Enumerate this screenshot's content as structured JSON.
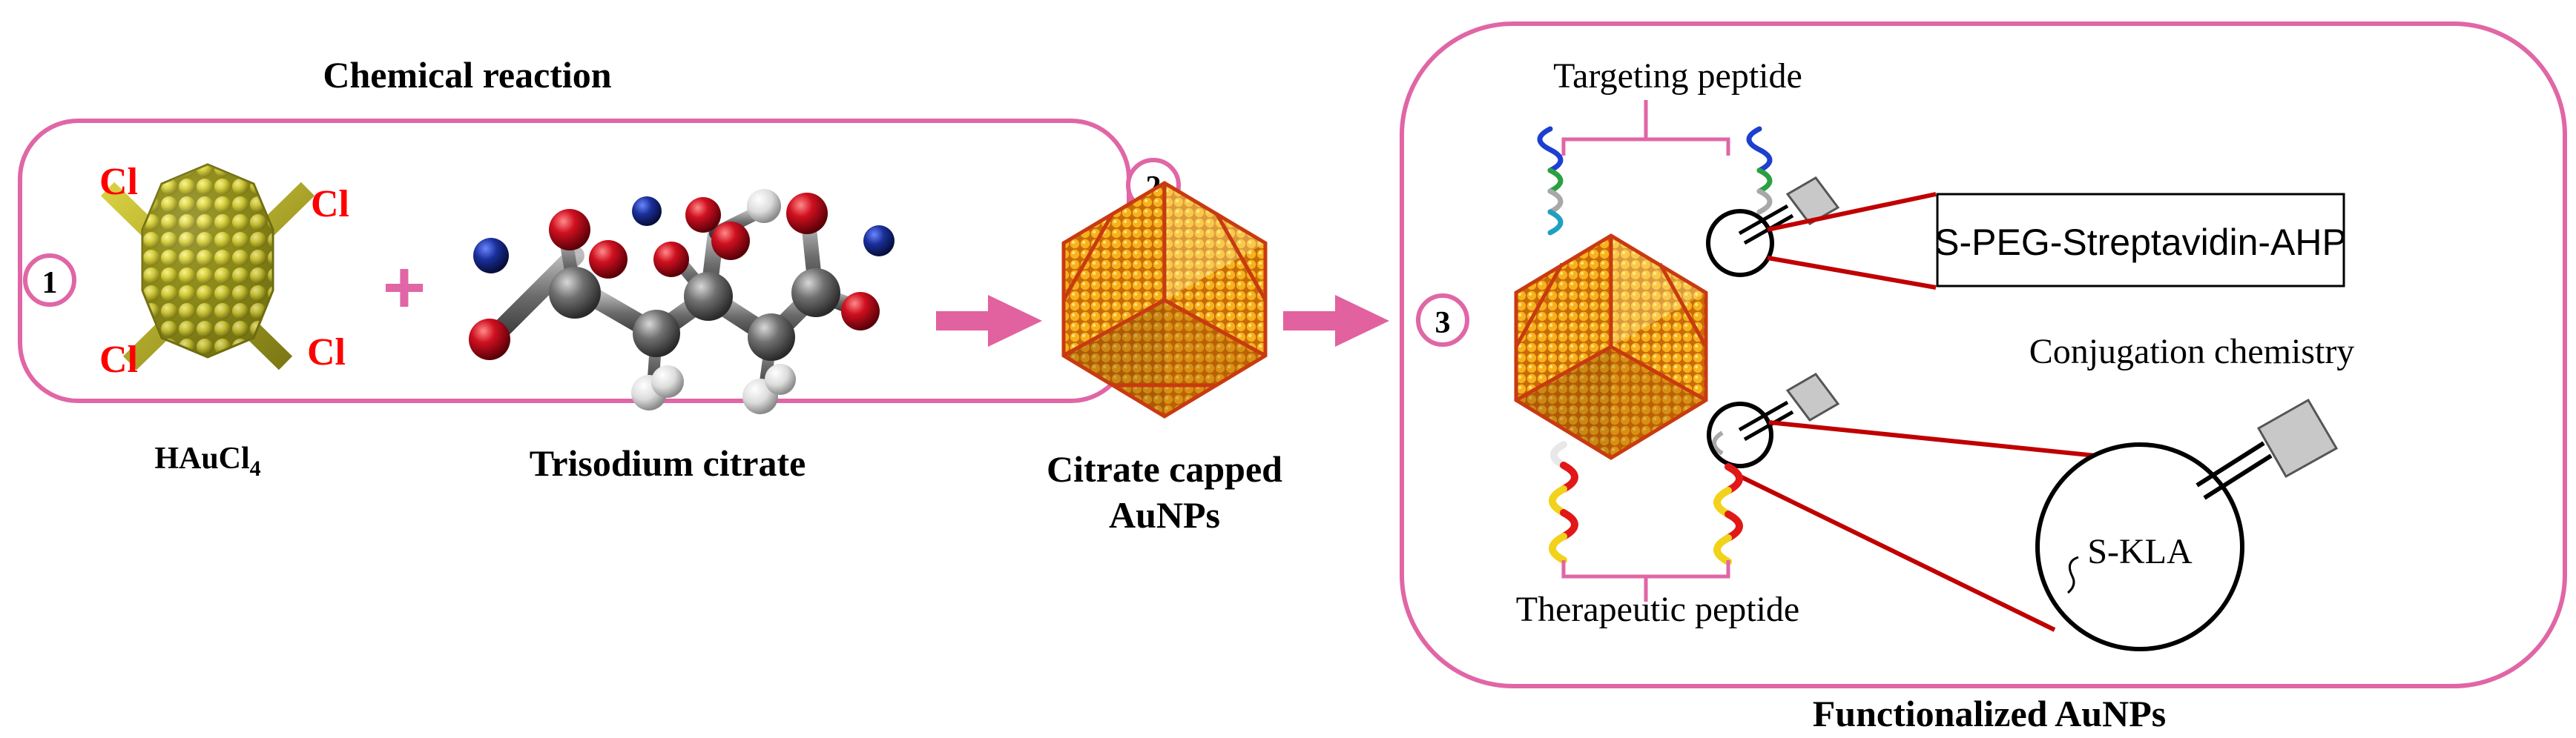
{
  "step1": {
    "title": "Chemical reaction",
    "number": "1",
    "chlorine": "Cl",
    "plus": "+",
    "reagent_a_main": "HAuCl",
    "reagent_a_sub": "4",
    "reagent_b": "Trisodium citrate"
  },
  "step2": {
    "number": "2",
    "label_line1": "Citrate capped",
    "label_line2": "AuNPs"
  },
  "step3": {
    "number": "3",
    "targeting_label": "Targeting  peptide",
    "linker_label": "S-PEG-Streptavidin-AHP",
    "chemistry_label": "Conjugation  chemistry",
    "kla_label": "S-KLA",
    "therapeutic_label": "Therapeutic  peptide",
    "bottom_title": "Functionalized AuNPs"
  },
  "colors": {
    "frame": "#e066a6",
    "arrow": "#e2619f",
    "chlorine_text": "#ff0000",
    "gold": "#c9c23a",
    "gold_dark": "#8c8a1a",
    "oxygen": "#c0101a",
    "carbon": "#6a6a6a",
    "hydrogen": "#e8e8e8",
    "sodium": "#1a2f8a",
    "nano_gold": "#f0a010",
    "nano_edge": "#c83a10",
    "zoom_line": "#c00000"
  }
}
